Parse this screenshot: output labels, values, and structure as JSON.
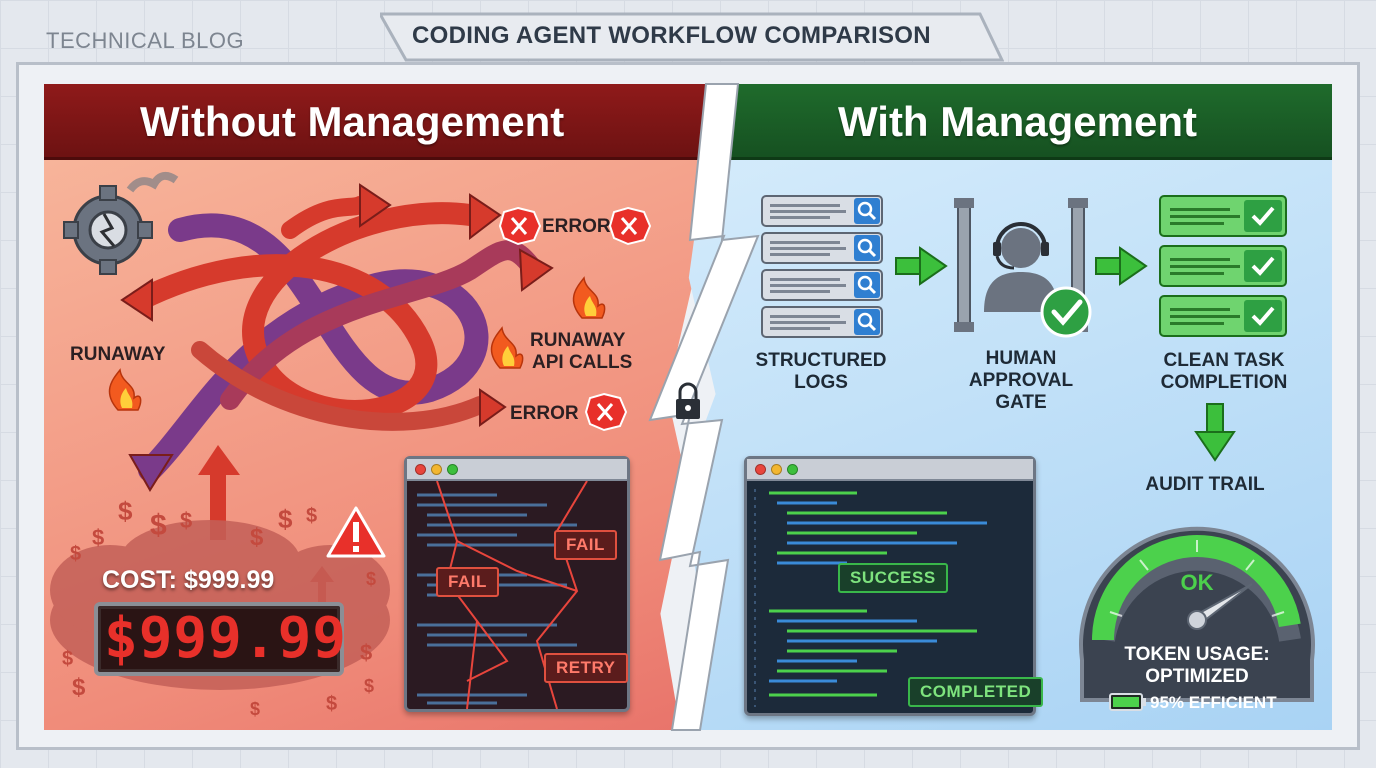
{
  "header": {
    "category": "TECHNICAL BLOG",
    "title": "CODING AGENT WORKFLOW COMPARISON"
  },
  "left_panel": {
    "title": "Without Management",
    "labels": {
      "runaway": "RUNAWAY",
      "runaway_api_line1": "RUNAWAY",
      "runaway_api_line2": "API CALLS",
      "error_top": "ERROR",
      "error_bottom": "ERROR"
    },
    "cost": {
      "label": "COST: $999.99",
      "display": "$999.99"
    },
    "terminal": {
      "badges": [
        "FAIL",
        "FAIL",
        "RETRY"
      ]
    }
  },
  "right_panel": {
    "title": "With Management",
    "steps": [
      {
        "line1": "STRUCTURED",
        "line2": "LOGS"
      },
      {
        "line1": "HUMAN",
        "line2": "APPROVAL",
        "line3": "GATE"
      },
      {
        "line1": "CLEAN TASK",
        "line2": "COMPLETION"
      }
    ],
    "audit_trail": "AUDIT TRAIL",
    "terminal": {
      "badges": [
        "SUCCESS",
        "COMPLETED"
      ]
    },
    "gauge": {
      "status": "OK",
      "label_line1": "TOKEN USAGE:",
      "label_line2": "OPTIMIZED",
      "efficiency": "95% EFFICIENT",
      "level": 0.95
    }
  },
  "colors": {
    "bad": "#8f1a1a",
    "good": "#1f6b2c",
    "arrow_red": "#d63a2c",
    "arrow_purple": "#7a3a8a",
    "check_green": "#2ea043",
    "search_blue": "#2f7fd1"
  },
  "icons": [
    "broken-gear-icon",
    "error-x-icon",
    "flame-icon",
    "dollar-sign-icon",
    "warning-icon",
    "lock-icon",
    "search-icon",
    "headset-user-icon",
    "checkmark-icon",
    "battery-icon",
    "arrow-right-icon",
    "arrow-down-icon"
  ]
}
